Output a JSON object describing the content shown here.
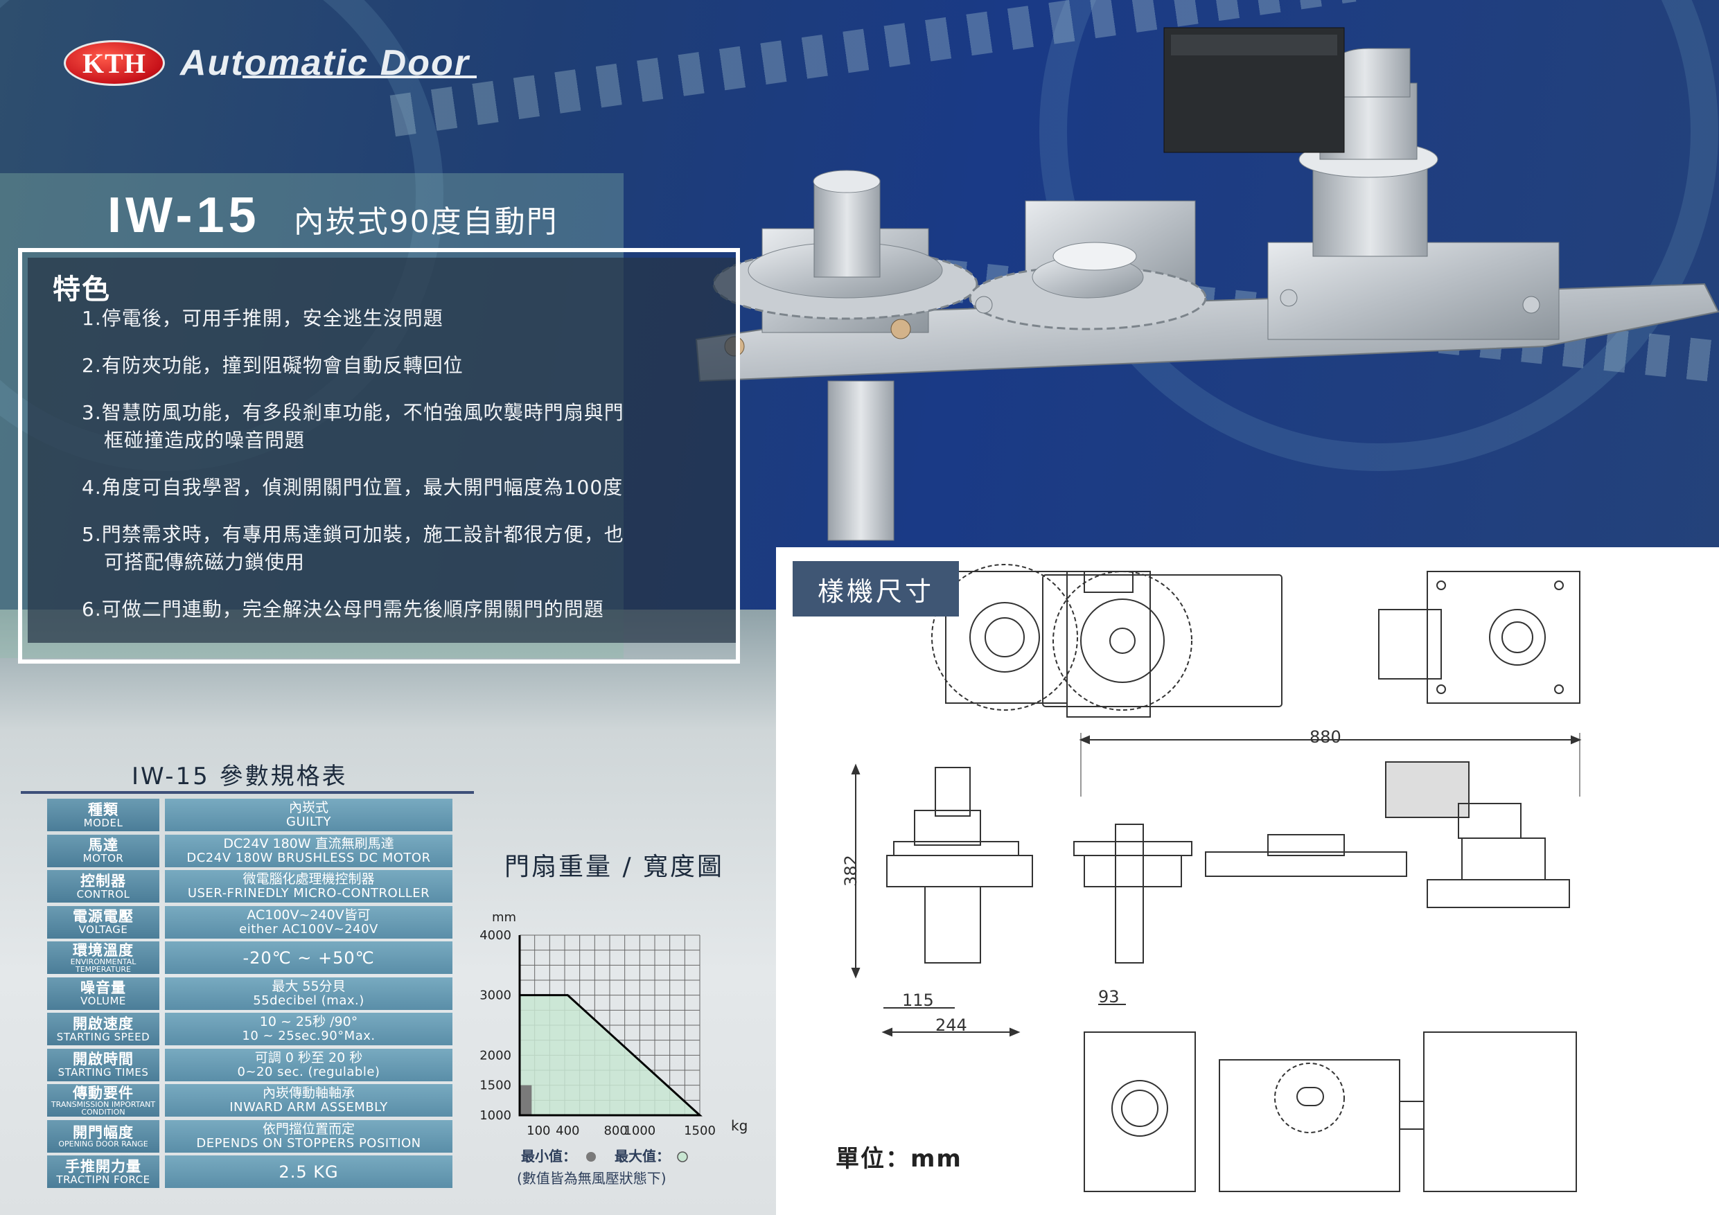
{
  "brand": {
    "logo_text": "KTH",
    "tagline": "Automatic Door"
  },
  "header": {
    "model": "IW-15",
    "subtitle": "內崁式90度自動門"
  },
  "features": {
    "heading": "特色",
    "items": [
      {
        "line1": "1.停電後，可用手推開，安全逃生沒問題",
        "line2": ""
      },
      {
        "line1": "2.有防夾功能，撞到阻礙物會自動反轉回位",
        "line2": ""
      },
      {
        "line1": "3.智慧防風功能，有多段剎車功能，不怕強風吹襲時門扇與門",
        "line2": "框碰撞造成的噪音問題"
      },
      {
        "line1": "4.角度可自我學習，偵測開關門位置，最大開門幅度為100度",
        "line2": ""
      },
      {
        "line1": "5.門禁需求時，有專用馬達鎖可加裝，施工設計都很方便，也",
        "line2": "可搭配傳統磁力鎖使用"
      },
      {
        "line1": "6.可做二門連動，完全解決公母門需先後順序開關門的問題",
        "line2": ""
      }
    ]
  },
  "dimensions": {
    "tag": "樣機尺寸",
    "unit": "單位：mm",
    "labels": {
      "overall": "880",
      "height": "382",
      "d1": "115",
      "d2": "244",
      "d3": "93"
    }
  },
  "spec": {
    "title": "IW-15 參數規格表",
    "rows": [
      {
        "zh": "種類",
        "en": "MODEL",
        "v1": "內崁式",
        "v2": "GUILTY"
      },
      {
        "zh": "馬達",
        "en": "MOTOR",
        "v1": "DC24V 180W 直流無刷馬達",
        "v2": "DC24V 180W BRUSHLESS DC MOTOR"
      },
      {
        "zh": "控制器",
        "en": "CONTROL",
        "v1": "微電腦化處理機控制器",
        "v2": "USER-FRINEDLY MICRO-CONTROLLER"
      },
      {
        "zh": "電源電壓",
        "en": "VOLTAGE",
        "v1": "AC100V~240V皆可",
        "v2": "either AC100V~240V"
      },
      {
        "zh": "環境溫度",
        "en": "ENVIRONMENTAL TEMPERATURE",
        "v1": "-20℃ ~ +50℃",
        "v2": ""
      },
      {
        "zh": "噪音量",
        "en": "VOLUME",
        "v1": "最大 55分貝",
        "v2": "55decibel (max.)"
      },
      {
        "zh": "開啟速度",
        "en": "STARTING SPEED",
        "v1": "10 ~ 25秒 /90°",
        "v2": "10 ~ 25sec.90°Max."
      },
      {
        "zh": "開啟時間",
        "en": "STARTING TIMES",
        "v1": "可調 0 秒至 20 秒",
        "v2": "0~20 sec. (regulable)"
      },
      {
        "zh": "傳動要件",
        "en": "TRANSMISSION IMPORTANT CONDITION",
        "v1": "內崁傳動軸軸承",
        "v2": "INWARD ARM ASSEMBLY"
      },
      {
        "zh": "開門幅度",
        "en": "OPENING DOOR RANGE",
        "v1": "依門擋位置而定",
        "v2": "DEPENDS ON STOPPERS POSITION"
      },
      {
        "zh": "手推開力量",
        "en": "TRACTIPN FORCE",
        "v1": "2.5 KG",
        "v2": ""
      }
    ]
  },
  "chart_data": {
    "type": "area",
    "title": "門扇重量 / 寬度圖",
    "xlabel": "kg",
    "ylabel": "mm",
    "x_ticks": [
      "100",
      "400",
      "800",
      "1000",
      "1500"
    ],
    "y_ticks": [
      "1000",
      "1500",
      "2000",
      "3000",
      "4000"
    ],
    "xlim": [
      0,
      1500
    ],
    "ylim": [
      1000,
      4000
    ],
    "grid": true,
    "max_region": {
      "x": [
        0,
        400,
        1500
      ],
      "y": [
        3000,
        3000,
        1000
      ]
    },
    "min_region": {
      "x": [
        0,
        100
      ],
      "y": [
        1500,
        1500
      ]
    },
    "legend": {
      "min": "最小值：",
      "max": "最大值：",
      "note": "(數值皆為無風壓狀態下)"
    },
    "colors": {
      "min": "#7a7a7a",
      "max": "#c8e6d2"
    }
  },
  "colors": {
    "navy": "#1f3e74",
    "tag": "#3f5674",
    "cell": "#5a8ea8"
  }
}
